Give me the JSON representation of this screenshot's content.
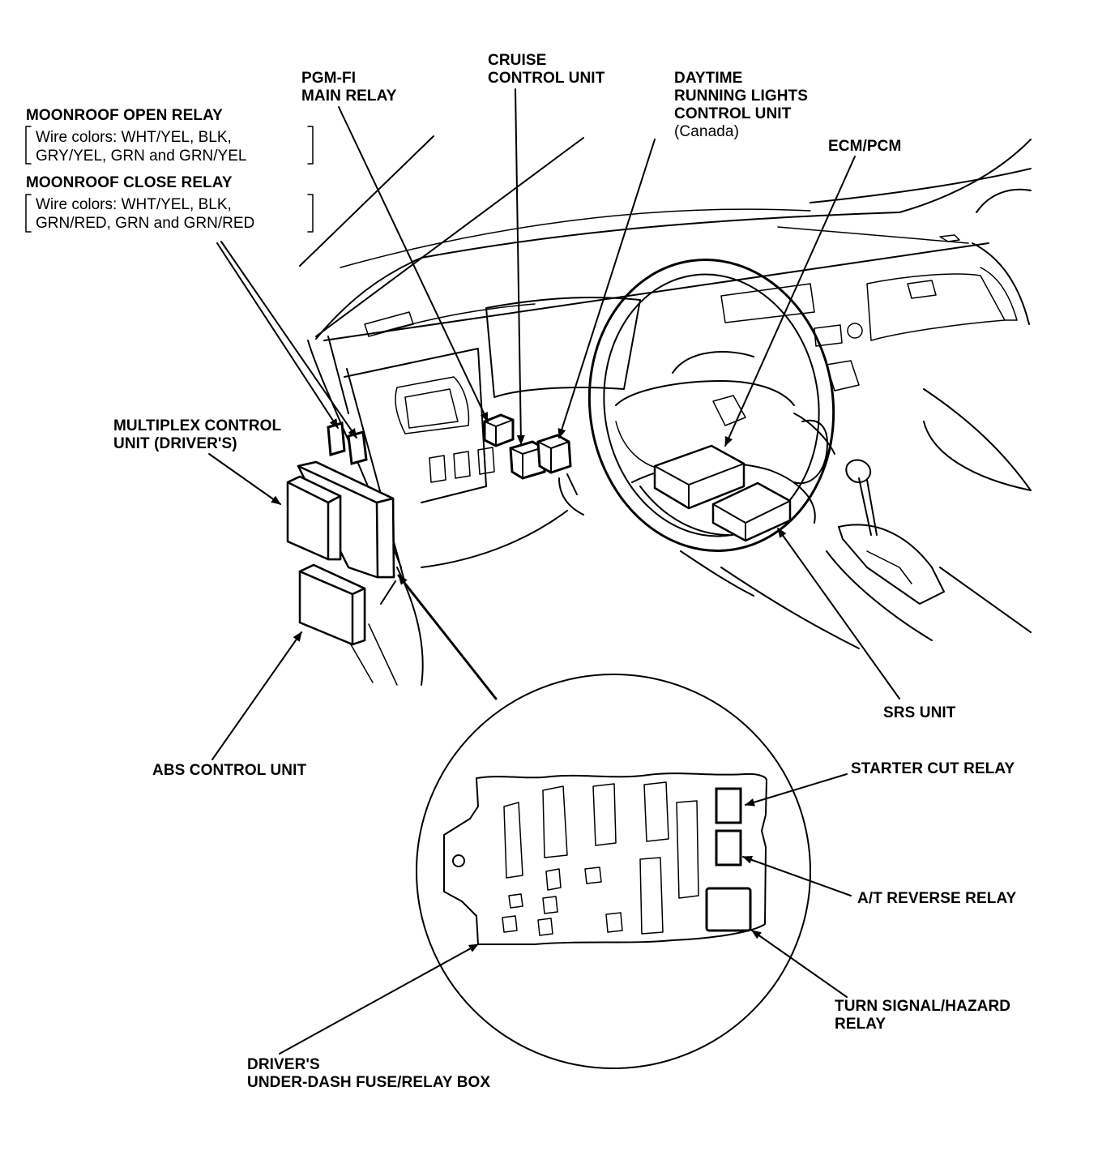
{
  "labels": {
    "moonroof_open": "MOONROOF OPEN RELAY",
    "moonroof_open_wires": [
      "Wire colors: WHT/YEL, BLK,",
      "GRY/YEL, GRN and GRN/YEL"
    ],
    "moonroof_close": "MOONROOF CLOSE RELAY",
    "moonroof_close_wires": [
      "Wire colors: WHT/YEL, BLK,",
      "GRN/RED, GRN and GRN/RED"
    ],
    "pgm_fi": [
      "PGM-FI",
      "MAIN RELAY"
    ],
    "cruise": [
      "CRUISE",
      "CONTROL UNIT"
    ],
    "daytime": [
      "DAYTIME",
      "RUNNING LIGHTS",
      "CONTROL UNIT",
      "(Canada)"
    ],
    "ecm_pcm": "ECM/PCM",
    "multiplex": [
      "MULTIPLEX CONTROL",
      "UNIT (DRIVER'S)"
    ],
    "srs": "SRS UNIT",
    "abs": "ABS CONTROL UNIT",
    "starter_cut": "STARTER CUT RELAY",
    "at_reverse": "A/T REVERSE RELAY",
    "turn_signal": [
      "TURN SIGNAL/HAZARD",
      "RELAY"
    ],
    "fuse_box": [
      "DRIVER'S",
      "UNDER-DASH FUSE/RELAY BOX"
    ]
  }
}
